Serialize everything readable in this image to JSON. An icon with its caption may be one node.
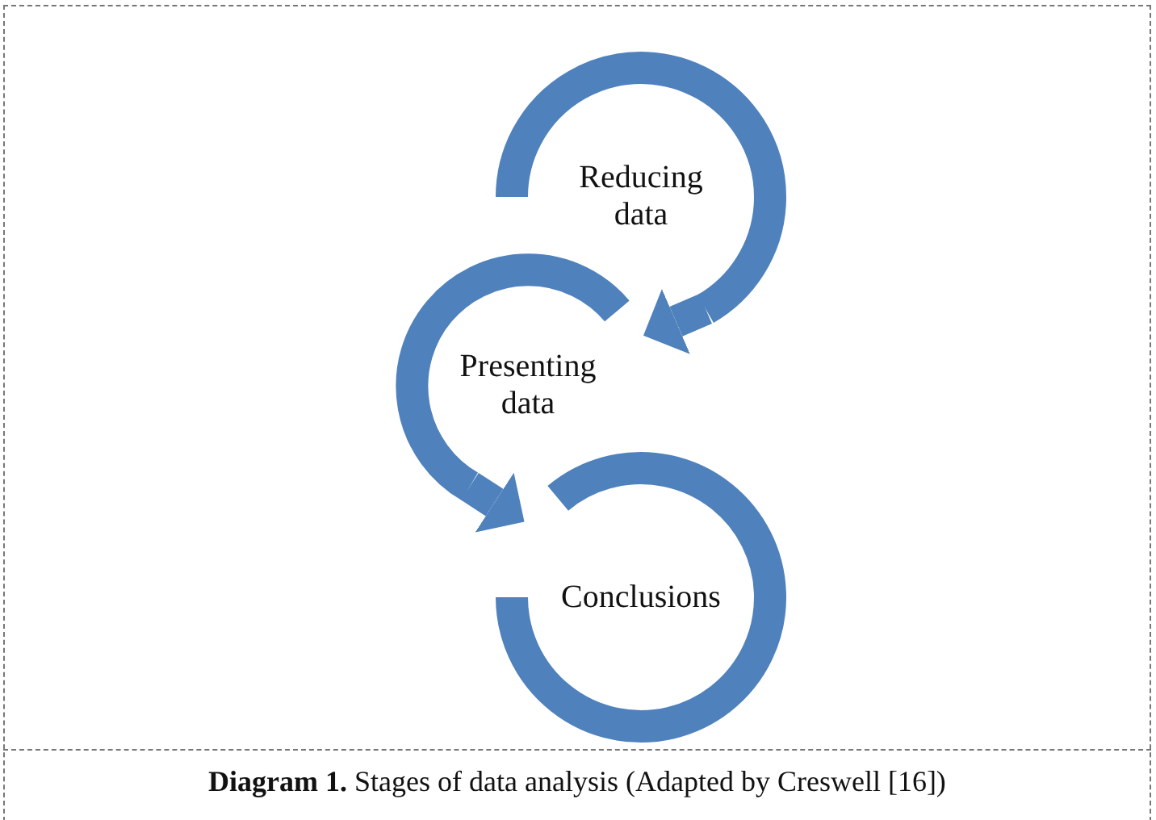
{
  "diagram": {
    "caption": "**Diagram 1.** Stages of data analysis (Adapted by Creswell [16])",
    "nodes": [
      {
        "text": [
          "Reducing data"
        ]
      },
      {
        "text": [
          "Presenting data"
        ]
      },
      {
        "text": [
          "Conclusions"
        ]
      }
    ],
    "edges": [
      {
        "from": 0,
        "to": 1,
        "arrow": "to"
      },
      {
        "from": 1,
        "to": 2,
        "arrow": "to"
      }
    ]
  }
}
